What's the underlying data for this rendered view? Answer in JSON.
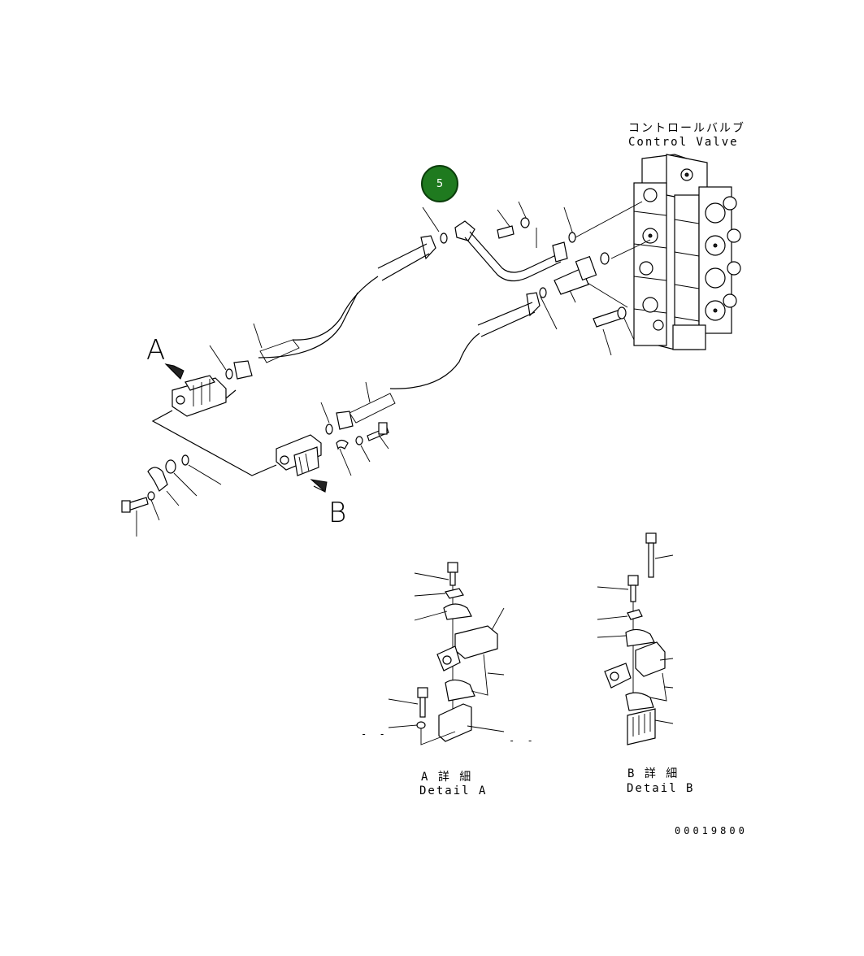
{
  "control_valve": {
    "label_jp": "コントロールバルブ",
    "label_en": "Control Valve"
  },
  "views": {
    "a_letter": "A",
    "b_letter": "B"
  },
  "detail_a": {
    "label_jp": "A 詳 細",
    "label_en": "Detail A"
  },
  "detail_b": {
    "label_jp": "B 詳 細",
    "label_en": "Detail B"
  },
  "callout": {
    "number": "5",
    "color": "#1f7a1f"
  },
  "dash_marks": {
    "left": "- -",
    "right": "- -"
  },
  "drawing_number": "00019800"
}
